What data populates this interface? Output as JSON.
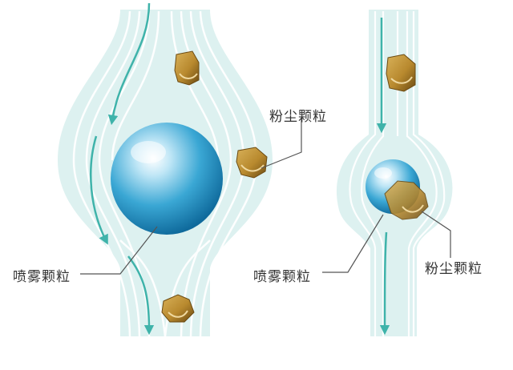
{
  "diagram": {
    "left_panel": {
      "dust_label": "粉尘颗粒",
      "spray_label": "喷雾颗粒"
    },
    "right_panel": {
      "dust_label": "粉尘颗粒",
      "spray_label": "喷雾颗粒"
    }
  },
  "colors": {
    "flow_fill": "#d9f0ee",
    "flow_line": "#ffffff",
    "arrow": "#3fb3aa",
    "droplet_light": "#dff3fb",
    "droplet_mid": "#3aa7d4",
    "droplet_dark": "#0f6a9c",
    "dust": "#b8892e",
    "dust_dark": "#6b4a12",
    "leader_line": "#555555",
    "text": "#333333"
  },
  "icons": {
    "droplet": "spray-droplet-sphere",
    "dust": "dust-particle-blob",
    "flow_arrow": "arrow-down"
  }
}
